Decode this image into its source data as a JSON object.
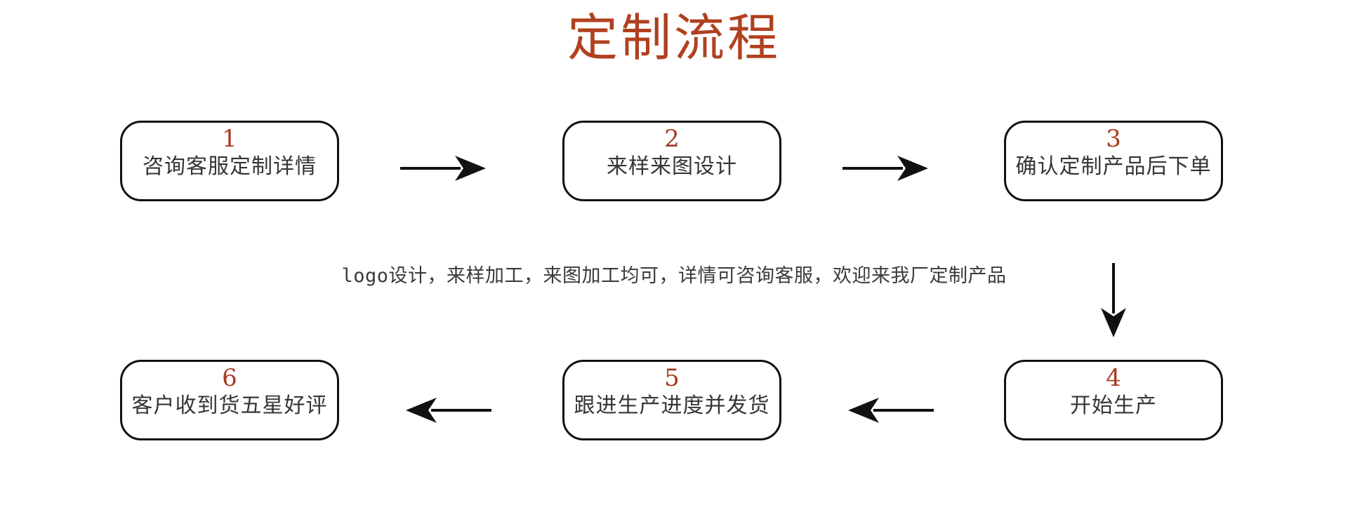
{
  "page": {
    "title": "定制流程",
    "title_color": "#b1401f",
    "background_color": "#ffffff",
    "number_color": "#a93a1e",
    "label_color": "#353535",
    "border_color": "#111111",
    "arrow_color": "#111111"
  },
  "steps": [
    {
      "number": "1",
      "label": "咨询客服定制详情"
    },
    {
      "number": "2",
      "label": "来样来图设计"
    },
    {
      "number": "3",
      "label": "确认定制产品后下单"
    },
    {
      "number": "4",
      "label": "开始生产"
    },
    {
      "number": "5",
      "label": "跟进生产进度并发货"
    },
    {
      "number": "6",
      "label": "客户收到货五星好评"
    }
  ],
  "arrows": [
    {
      "name": "arrow-step1-to-step2",
      "direction": "right"
    },
    {
      "name": "arrow-step2-to-step3",
      "direction": "right"
    },
    {
      "name": "arrow-step3-to-step4",
      "direction": "down"
    },
    {
      "name": "arrow-step4-to-step5",
      "direction": "left"
    },
    {
      "name": "arrow-step5-to-step6",
      "direction": "left"
    }
  ],
  "caption": "logo设计，来样加工，来图加工均可，详情可咨询客服，欢迎来我厂定制产品"
}
